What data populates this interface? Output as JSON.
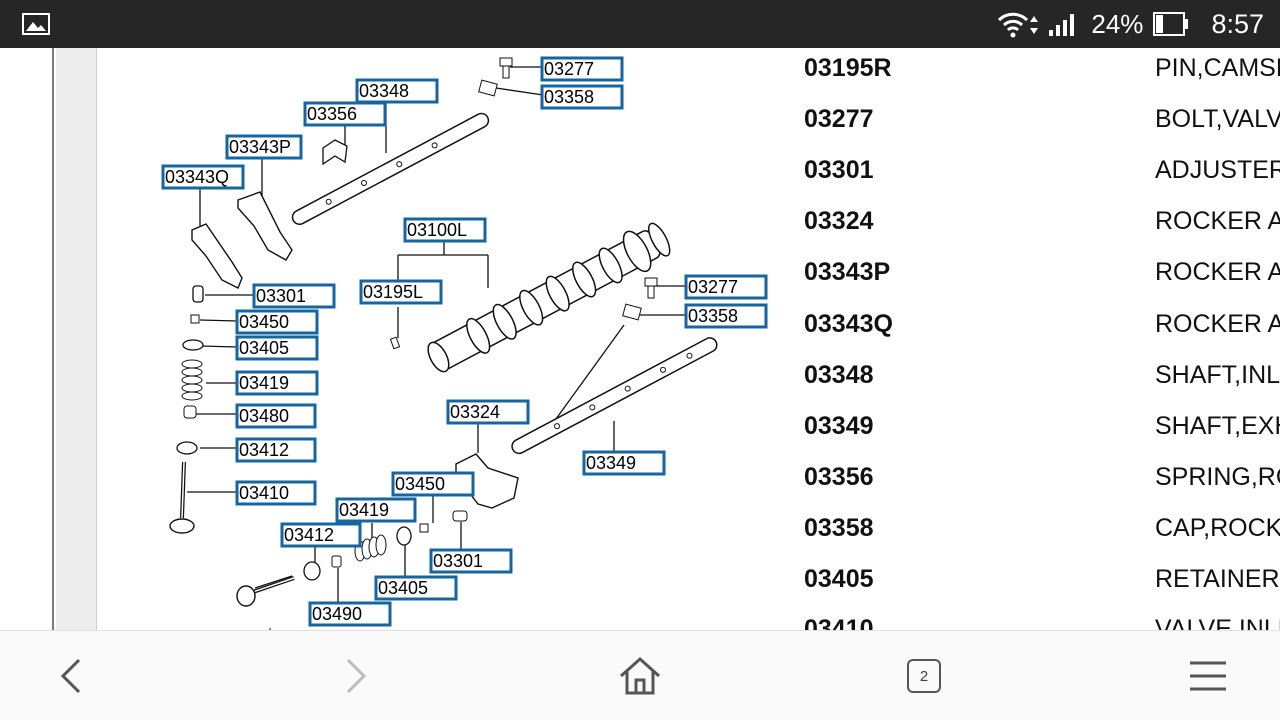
{
  "status_bar": {
    "battery_percent": "24%",
    "time": "8:57"
  },
  "diagram": {
    "labels": [
      "03277",
      "03358",
      "03348",
      "03356",
      "03343P",
      "03343Q",
      "03100L",
      "03195L",
      "03301",
      "03450",
      "03405",
      "03419",
      "03480",
      "03412",
      "03410",
      "03277",
      "03358",
      "03324",
      "03349",
      "03450",
      "03419",
      "03412",
      "03301",
      "03405",
      "03490"
    ]
  },
  "parts_list": [
    {
      "number": "03195R",
      "description": "PIN,CAMSH"
    },
    {
      "number": "03277",
      "description": "BOLT,VALVE"
    },
    {
      "number": "03301",
      "description": "ADJUSTER"
    },
    {
      "number": "03324",
      "description": "ROCKER AR"
    },
    {
      "number": "03343P",
      "description": "ROCKER AR"
    },
    {
      "number": "03343Q",
      "description": "ROCKER AR"
    },
    {
      "number": "03348",
      "description": "SHAFT,INLE"
    },
    {
      "number": "03349",
      "description": "SHAFT,EXH"
    },
    {
      "number": "03356",
      "description": "SPRING,RO"
    },
    {
      "number": "03358",
      "description": "CAP,ROCKE"
    },
    {
      "number": "03405",
      "description": "RETAINER,V"
    },
    {
      "number": "03410",
      "description": "VALVE,INLE"
    }
  ],
  "nav_bar": {
    "tab_count": "2",
    "icons": [
      "back-icon",
      "forward-icon",
      "home-icon",
      "tabs-icon",
      "menu-icon"
    ]
  }
}
